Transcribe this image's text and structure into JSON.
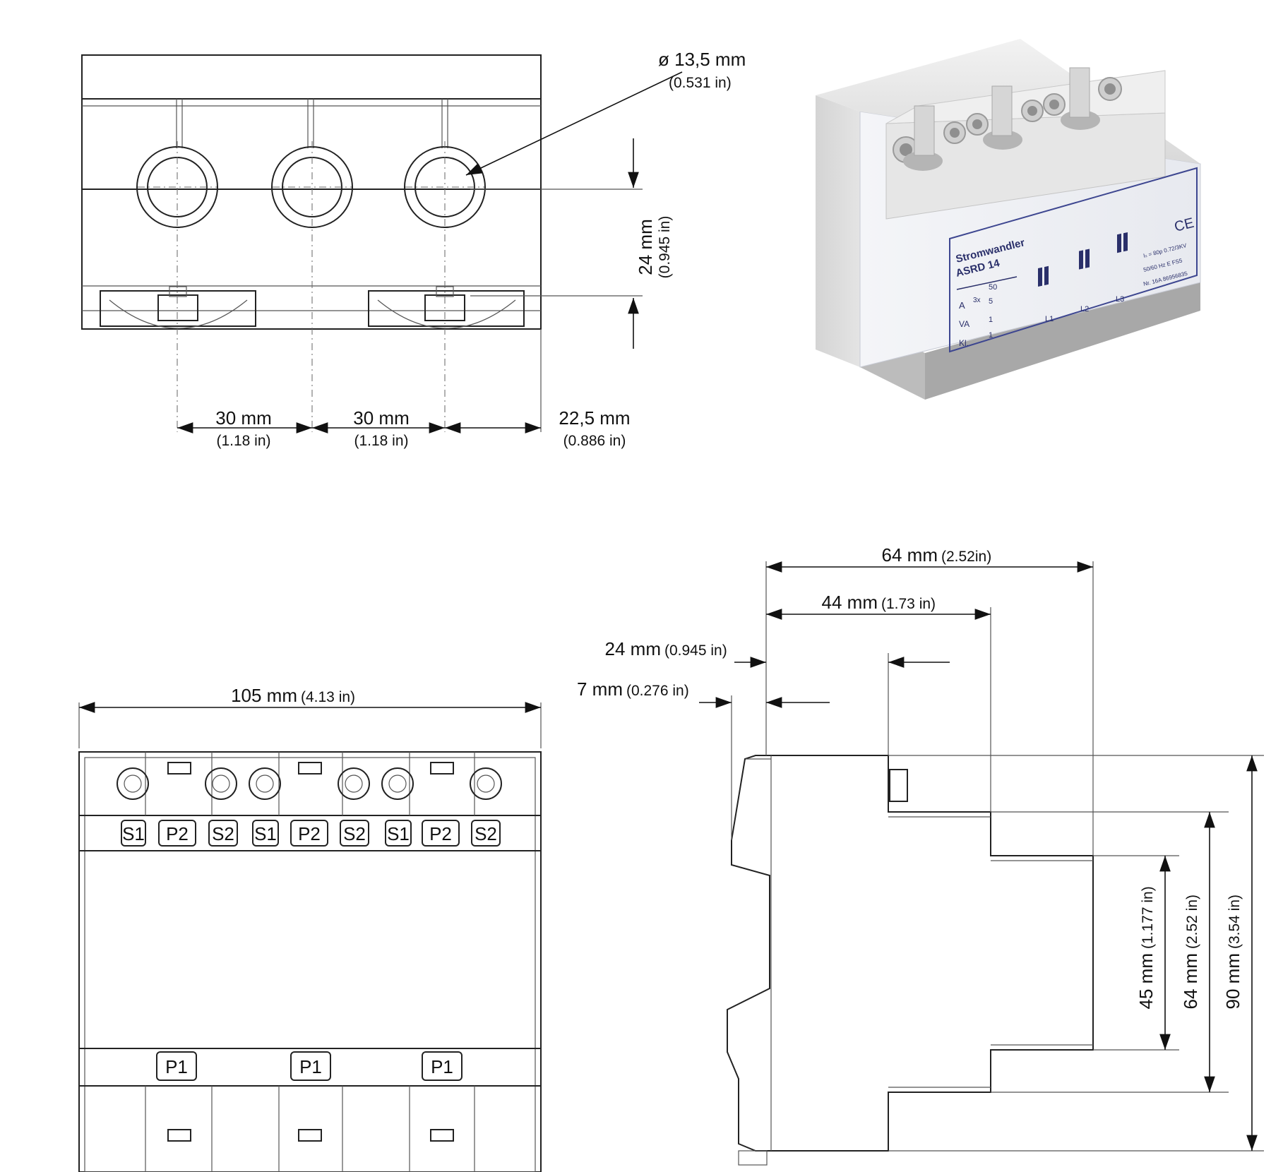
{
  "top_view": {
    "diameter": {
      "value": "ø 13,5 mm",
      "inch": "(0.531 in)"
    },
    "height": {
      "value": "24 mm",
      "inch": "(0.945 in)"
    },
    "spacing": [
      {
        "value": "30 mm",
        "inch": "(1.18 in)"
      },
      {
        "value": "30 mm",
        "inch": "(1.18 in)"
      },
      {
        "value": "22,5 mm",
        "inch": "(0.886 in)"
      }
    ]
  },
  "product": {
    "brand": "Stromwandler",
    "model": "ASRD 14",
    "mark": "CE",
    "ratio_label": "A",
    "ratio_prefix": "3x",
    "ratio_num": "50",
    "ratio_den": "5",
    "va_label": "VA",
    "va_value": "1",
    "kl_label": "Kl.",
    "kl_value": "1",
    "phases": [
      "L1",
      "L2",
      "L3"
    ],
    "spec_lines": [
      "Iₛ = 80p 0.72/3KV",
      "50/60 Hz  E  FS5",
      "Nr. 16A 86956835"
    ]
  },
  "front_view": {
    "width": {
      "value": "105 mm",
      "inch": "(4.13 in)"
    },
    "terminals_top": [
      "S1",
      "P2",
      "S2",
      "S1",
      "P2",
      "S2",
      "S1",
      "P2",
      "S2"
    ],
    "terminals_bottom": [
      "P1",
      "P1",
      "P1"
    ]
  },
  "side_view": {
    "depth_total": {
      "value": "64 mm",
      "inch": "(2.52in)"
    },
    "depth_mid": {
      "value": "44 mm",
      "inch": "(1.73 in)"
    },
    "depth_front": {
      "value": "24 mm",
      "inch": "(0.945 in)"
    },
    "depth_clip": {
      "value": "7 mm",
      "inch": "(0.276 in)"
    },
    "height_inner": {
      "value": "45 mm",
      "inch": "(1.177 in)"
    },
    "height_mid": {
      "value": "64 mm",
      "inch": "(2.52 in)"
    },
    "height_total": {
      "value": "90 mm",
      "inch": "(3.54 in)"
    }
  }
}
